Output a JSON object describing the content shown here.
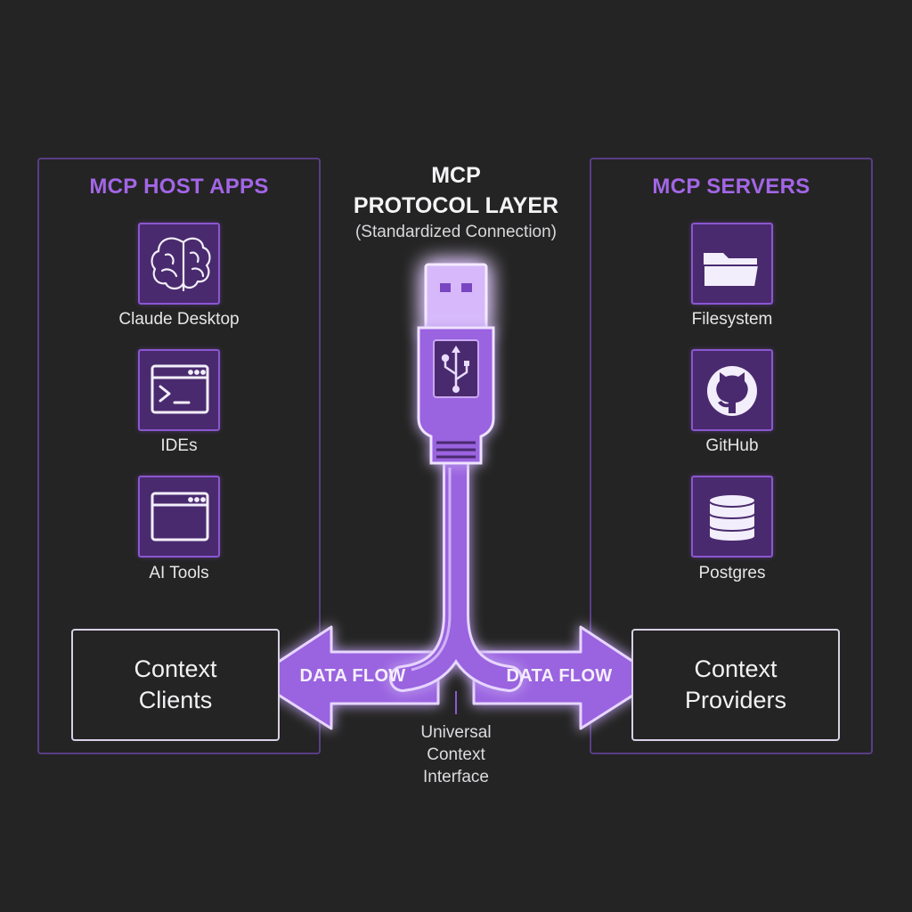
{
  "center": {
    "title_line1": "MCP",
    "title_line2": "PROTOCOL LAYER",
    "subtitle": "(Standardized Connection)",
    "interface_line1": "Universal",
    "interface_line2": "Context",
    "interface_line3": "Interface"
  },
  "left_panel": {
    "title": "MCP HOST APPS",
    "items": [
      {
        "label": "Claude Desktop",
        "icon": "brain-icon"
      },
      {
        "label": "IDEs",
        "icon": "terminal-icon"
      },
      {
        "label": "AI Tools",
        "icon": "browser-window-icon"
      }
    ],
    "context_line1": "Context",
    "context_line2": "Clients"
  },
  "right_panel": {
    "title": "MCP SERVERS",
    "items": [
      {
        "label": "Filesystem",
        "icon": "folder-icon"
      },
      {
        "label": "GitHub",
        "icon": "github-icon"
      },
      {
        "label": "Postgres",
        "icon": "database-icon"
      }
    ],
    "context_line1": "Context",
    "context_line2": "Providers"
  },
  "flows": {
    "left_label": "DATA FLOW",
    "right_label": "DATA FLOW"
  },
  "colors": {
    "background": "#242424",
    "accent": "#a366e6",
    "panel_border": "#5a3d86",
    "icon_fill": "#4a2a6e",
    "cable": "#9a63e0"
  }
}
